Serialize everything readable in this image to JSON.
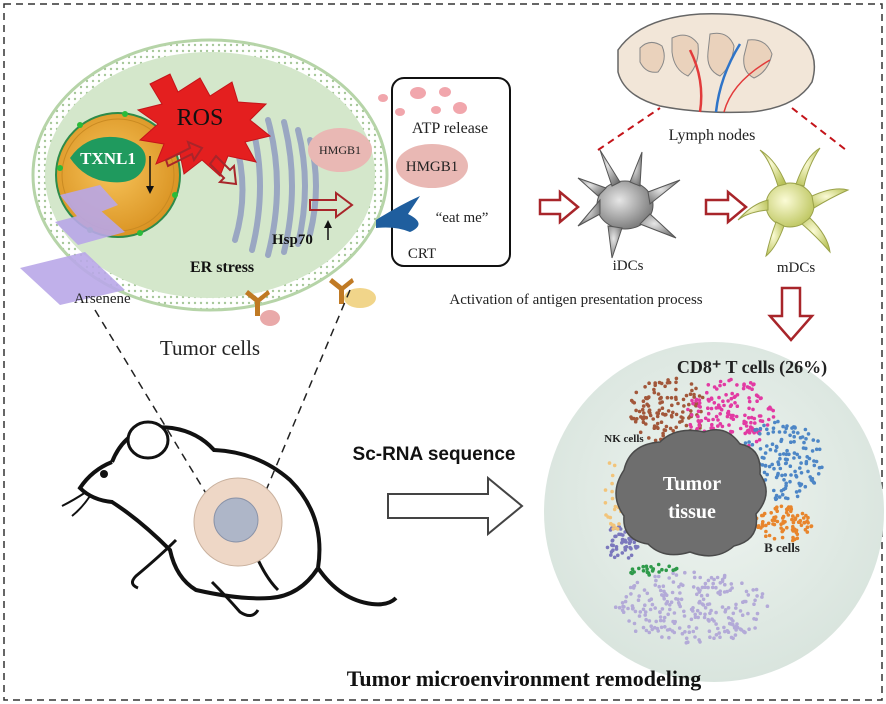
{
  "labels": {
    "ros": "ROS",
    "txnl1": "TXNL1",
    "hmgb1_cell": "HMGB1",
    "hsp70": "Hsp70",
    "er_stress": "ER stress",
    "arsenene": "Arsenene",
    "tumor_cells": "Tumor cells",
    "atp_release": "ATP release",
    "hmgb1_release": "HMGB1",
    "eat_me": "“eat me”",
    "crt": "CRT",
    "lymph_nodes": "Lymph nodes",
    "idcs": "iDCs",
    "mdcs": "mDCs",
    "activation": "Activation of antigen presentation process",
    "cd8": "CD8⁺ T cells (26%)",
    "nk_cells": "NK cells",
    "tumor": "Tumor",
    "tissue": "tissue",
    "b_cells": "B cells",
    "sc_rna": "Sc-RNA sequence",
    "bottom_title": "Tumor microenvironment remodeling"
  },
  "colors": {
    "arrow_red": "#a8252a",
    "ros_red": "#e41f1f",
    "cell_green": "#d7e9cf",
    "nucleus_orange": "#e9a532",
    "txnl1_green": "#1f9a5e",
    "er_blue": "#9aa7c2",
    "crt_blue": "#1f5e9e",
    "cluster_pink": "#e23aa3",
    "cluster_brown": "#a2573a",
    "cluster_blue": "#4d86c6",
    "cluster_orange": "#e8852c",
    "cluster_purple": "#7b78bd",
    "cluster_lavender": "#b3aad8"
  }
}
